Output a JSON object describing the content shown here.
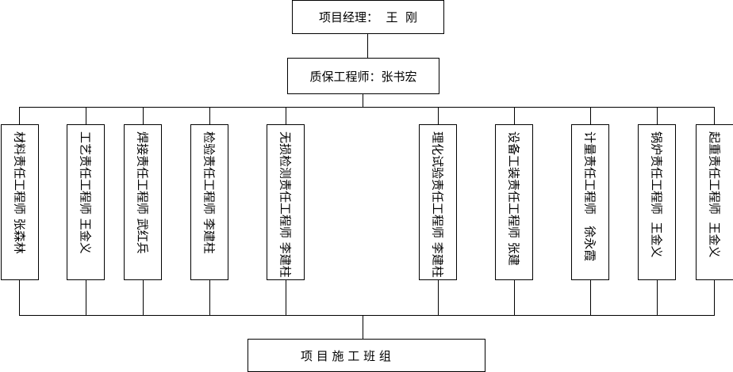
{
  "manager": "项目经理：  王  刚",
  "qa": "质保工程师：张书宏",
  "engineers": [
    "材料责任工程师 张森林",
    "工艺责任工程师 王金义",
    "焊接责任工程师 武红兵",
    "检验责任工程师 李建柱",
    "无损检测责任工程师 李建柱",
    "理化试验责任工程师 李建柱",
    "设备工装责任工程师 张建",
    "计量责任工程师   徐永霞",
    "锅炉责任工程师  王金义",
    "起重责任工程师  王金义"
  ],
  "team": "项 目 施 工 班 组"
}
